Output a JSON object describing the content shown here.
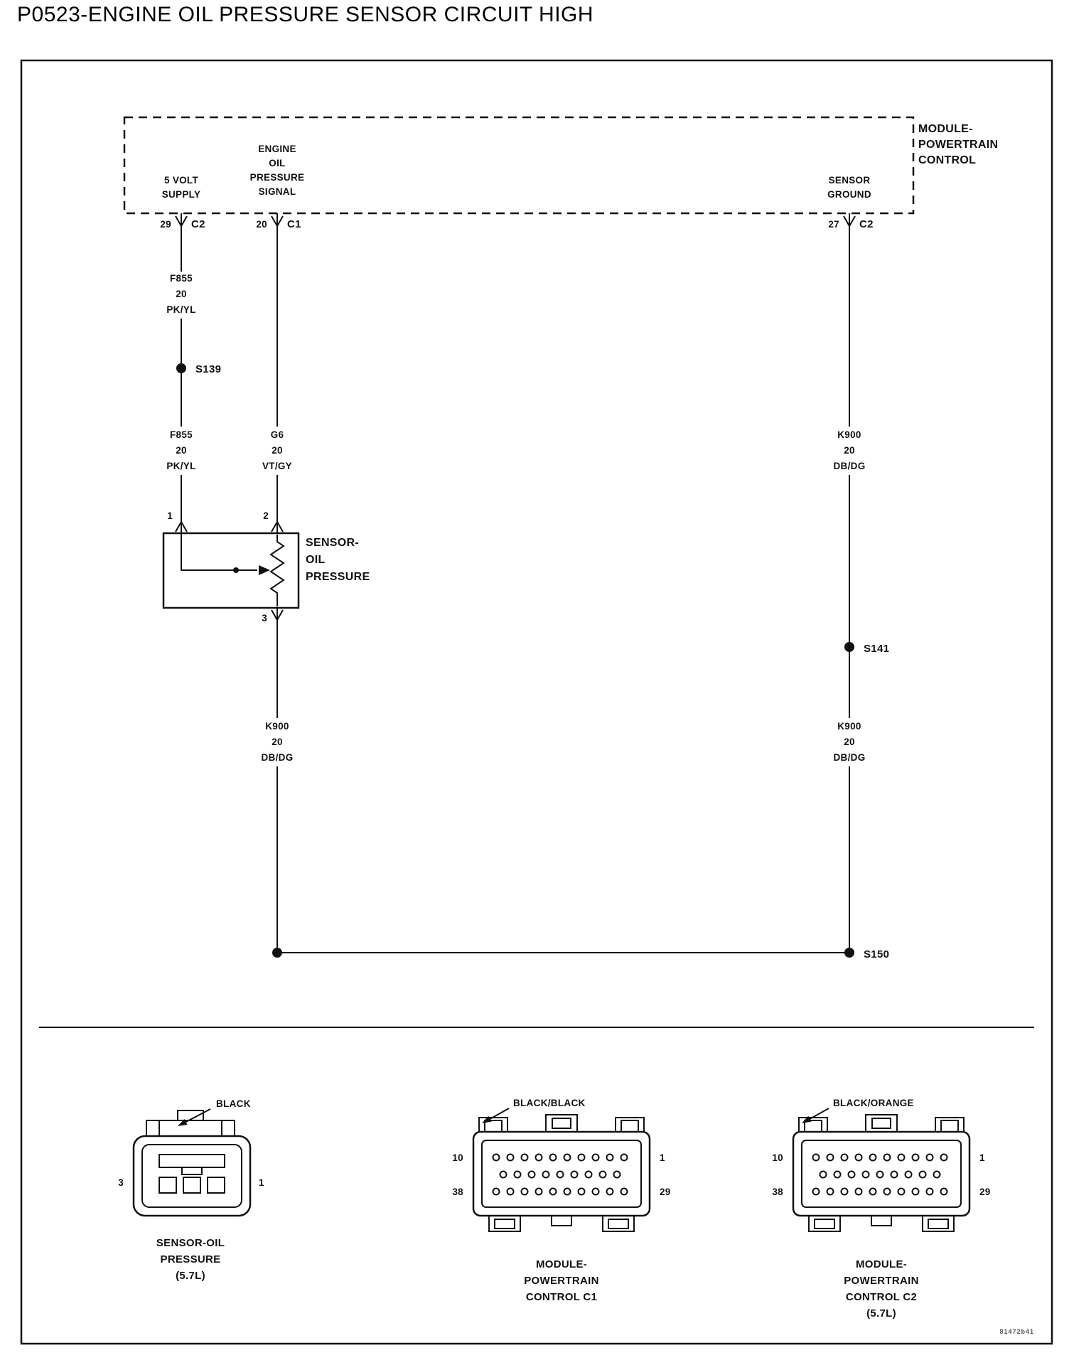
{
  "title": "P0523-ENGINE OIL PRESSURE SENSOR CIRCUIT HIGH",
  "module": {
    "name_lines": [
      "MODULE-",
      "POWERTRAIN",
      "CONTROL"
    ],
    "pin_supply": {
      "label1": "5 VOLT",
      "label2": "SUPPLY",
      "pin": "29",
      "conn": "C2"
    },
    "pin_signal": {
      "label1": "ENGINE",
      "label2": "OIL",
      "label3": "PRESSURE",
      "label4": "SIGNAL",
      "pin": "20",
      "conn": "C1"
    },
    "pin_ground": {
      "label1": "SENSOR",
      "label2": "GROUND",
      "pin": "27",
      "conn": "C2"
    }
  },
  "wires": {
    "supply_upper": {
      "code": "F855",
      "gauge": "20",
      "color": "PK/YL"
    },
    "supply_lower": {
      "code": "F855",
      "gauge": "20",
      "color": "PK/YL"
    },
    "signal": {
      "code": "G6",
      "gauge": "20",
      "color": "VT/GY"
    },
    "ground_upper": {
      "code": "K900",
      "gauge": "20",
      "color": "DB/DG"
    },
    "ground_lower": {
      "code": "K900",
      "gauge": "20",
      "color": "DB/DG"
    },
    "sensor_return": {
      "code": "K900",
      "gauge": "20",
      "color": "DB/DG"
    }
  },
  "splices": {
    "s139": "S139",
    "s141": "S141",
    "s150": "S150"
  },
  "sensor": {
    "name_lines": [
      "SENSOR-",
      "OIL",
      "PRESSURE"
    ],
    "pin1": "1",
    "pin2": "2",
    "pin3": "3"
  },
  "connector_views": {
    "sensor": {
      "wire_color": "BLACK",
      "pin_left": "3",
      "pin_right": "1",
      "caption": [
        "SENSOR-OIL",
        "PRESSURE",
        "(5.7L)"
      ]
    },
    "c1": {
      "wire_color": "BLACK/BLACK",
      "pin_tl": "10",
      "pin_tr": "1",
      "pin_bl": "38",
      "pin_br": "29",
      "caption": [
        "MODULE-",
        "POWERTRAIN",
        "CONTROL C1"
      ]
    },
    "c2": {
      "wire_color": "BLACK/ORANGE",
      "pin_tl": "10",
      "pin_tr": "1",
      "pin_bl": "38",
      "pin_br": "29",
      "caption": [
        "MODULE-",
        "POWERTRAIN",
        "CONTROL C2",
        "(5.7L)"
      ]
    }
  },
  "footer_code": "81472b41"
}
